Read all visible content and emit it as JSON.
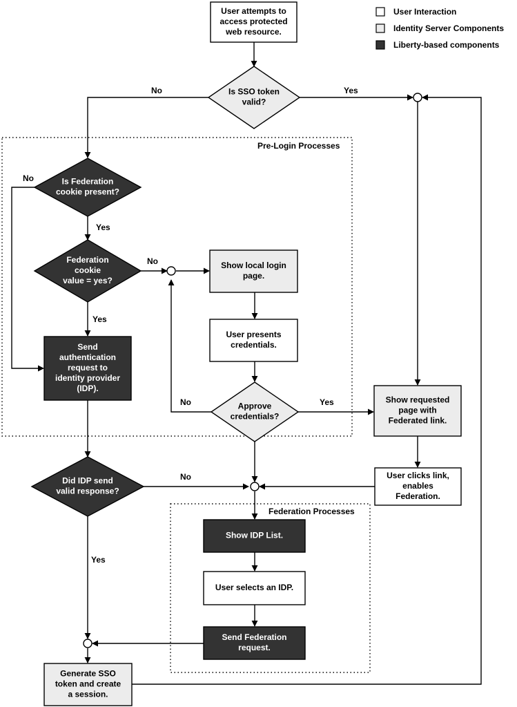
{
  "colors": {
    "user_interaction": "#ffffff",
    "identity_server": "#ececec",
    "liberty": "#333333",
    "line": "#000000"
  },
  "legend": [
    {
      "label": "User Interaction",
      "kind": "user"
    },
    {
      "label": "Identity Server Components",
      "kind": "server"
    },
    {
      "label": "Liberty-based components",
      "kind": "liberty"
    }
  ],
  "regions": {
    "pre_login": "Pre-Login Processes",
    "federation": "Federation Processes"
  },
  "nodes": {
    "user_attempts": {
      "kind": "user",
      "lines": [
        "User attempts to",
        "access protected",
        "web resource."
      ]
    },
    "sso_valid": {
      "kind": "server",
      "lines": [
        "Is SSO token",
        "valid?"
      ]
    },
    "fed_cookie_present": {
      "kind": "liberty",
      "lines": [
        "Is Federation",
        "cookie present?"
      ]
    },
    "fed_cookie_value": {
      "kind": "liberty",
      "lines": [
        "Federation",
        "cookie",
        "value = yes?"
      ]
    },
    "send_auth": {
      "kind": "liberty",
      "lines": [
        "Send",
        "authentication",
        "request to",
        "identity provider",
        "(IDP)."
      ]
    },
    "local_login": {
      "kind": "server",
      "lines": [
        "Show local login",
        "page."
      ]
    },
    "presents_creds": {
      "kind": "user",
      "lines": [
        "User presents",
        "credentials."
      ]
    },
    "approve_creds": {
      "kind": "server",
      "lines": [
        "Approve",
        "credentials?"
      ]
    },
    "show_requested": {
      "kind": "server",
      "lines": [
        "Show requested",
        "page with",
        "Federated link."
      ]
    },
    "idp_valid": {
      "kind": "liberty",
      "lines": [
        "Did IDP send",
        "valid response?"
      ]
    },
    "clicks_link": {
      "kind": "user",
      "lines": [
        "User clicks link,",
        "enables",
        "Federation."
      ]
    },
    "show_idp_list": {
      "kind": "liberty",
      "lines": [
        "Show IDP List."
      ]
    },
    "selects_idp": {
      "kind": "user",
      "lines": [
        "User selects an IDP."
      ]
    },
    "send_fed": {
      "kind": "liberty",
      "lines": [
        "Send Federation",
        "request."
      ]
    },
    "generate_sso": {
      "kind": "server",
      "lines": [
        "Generate SSO",
        "token and create",
        "a session."
      ]
    }
  },
  "edge_labels": {
    "sso_no": "No",
    "sso_yes": "Yes",
    "present_no": "No",
    "present_yes": "Yes",
    "value_no": "No",
    "value_yes": "Yes",
    "approve_no": "No",
    "approve_yes": "Yes",
    "idp_no": "No",
    "idp_yes": "Yes"
  }
}
